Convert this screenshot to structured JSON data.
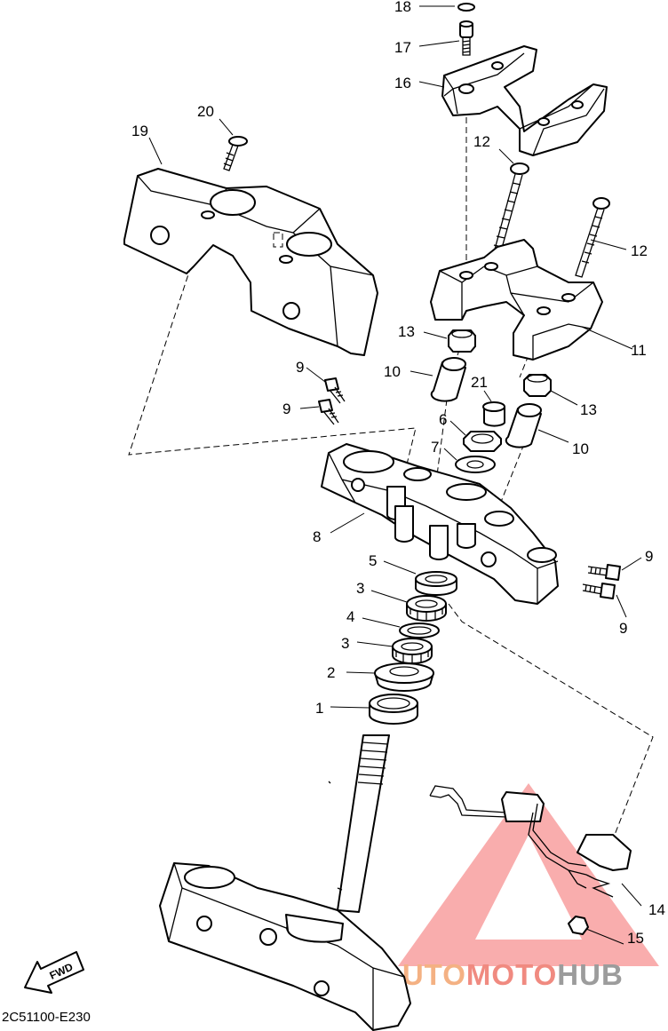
{
  "diagram": {
    "drawing_code": "2C51100-E230",
    "fwd_label": "FWD",
    "watermark": {
      "part_a": "AUTO",
      "part_b": "MOTO",
      "part_c": "HUB",
      "color_a": "#f4b183",
      "color_b": "#f08a80",
      "color_c": "#9c9c9c",
      "triangle_color": "#f46a6a"
    },
    "callouts": {
      "c1": "1",
      "c2": "2",
      "c3a": "3",
      "c3b": "3",
      "c4": "4",
      "c5": "5",
      "c6": "6",
      "c7": "7",
      "c8": "8",
      "c9a": "9",
      "c9b": "9",
      "c9c": "9",
      "c9d": "9",
      "c10a": "10",
      "c10b": "10",
      "c11": "11",
      "c12a": "12",
      "c12b": "12",
      "c13a": "13",
      "c13b": "13",
      "c14": "14",
      "c15": "15",
      "c16": "16",
      "c17": "17",
      "c18": "18",
      "c19": "19",
      "c20": "20",
      "c21": "21"
    }
  }
}
